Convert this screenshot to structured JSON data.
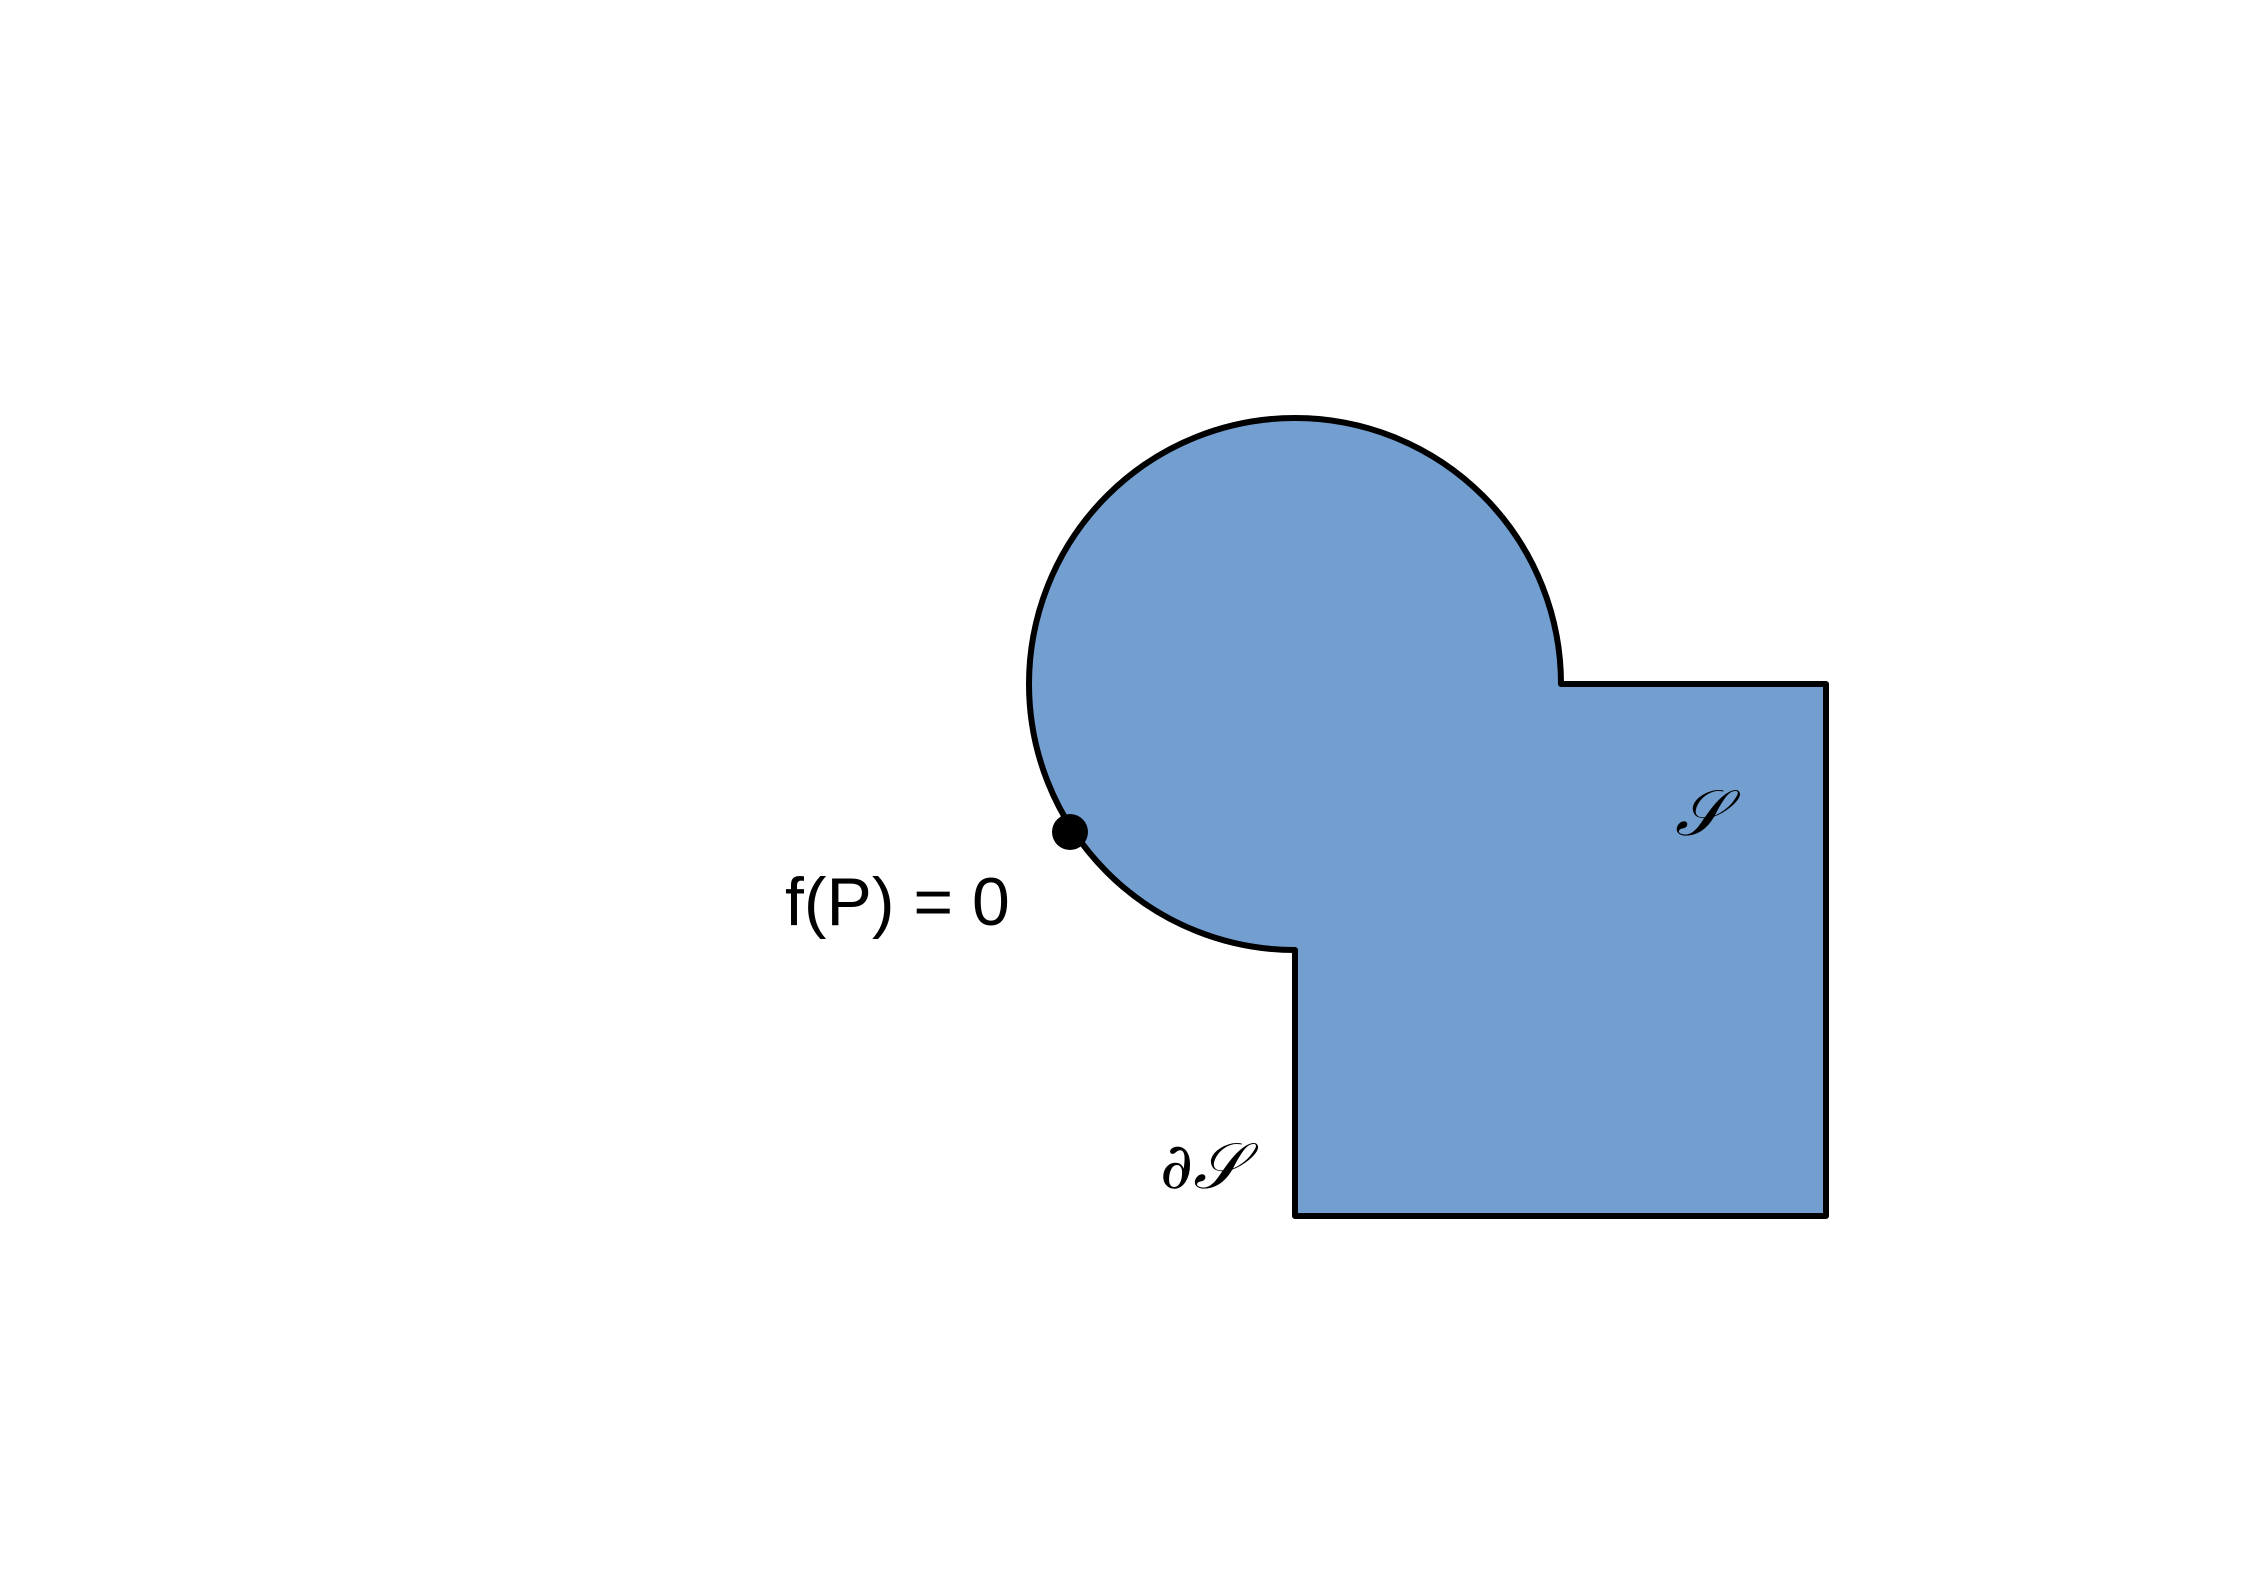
{
  "colors": {
    "region_fill": "#739fd0",
    "outline": "#000000",
    "point": "#000000",
    "text": "#000000"
  },
  "labels": {
    "point_condition": "f(P) = 0",
    "region_symbol": "𝒮",
    "boundary_symbol": "∂𝒮"
  }
}
